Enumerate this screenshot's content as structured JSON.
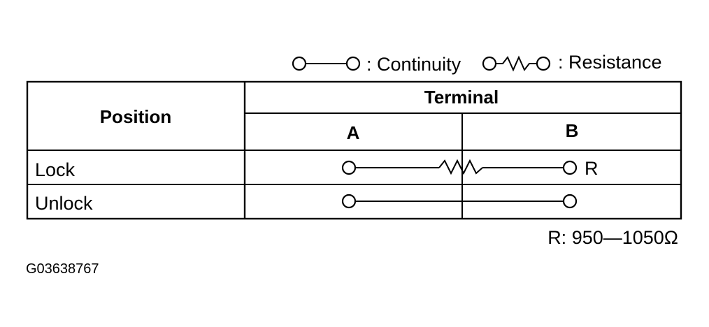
{
  "legend": {
    "continuity_label": ": Continuity",
    "resistance_label": ": Resistance"
  },
  "table": {
    "position_header": "Position",
    "terminal_header": "Terminal",
    "terminals": [
      "A",
      "B"
    ],
    "rows": [
      {
        "position": "Lock",
        "connection": "resistance",
        "from": "A",
        "to": "B",
        "suffix": "R"
      },
      {
        "position": "Unlock",
        "connection": "continuity",
        "from": "A",
        "to": "B",
        "suffix": ""
      }
    ]
  },
  "note": "R: 950—1050Ω",
  "figure_code": "G03638767"
}
